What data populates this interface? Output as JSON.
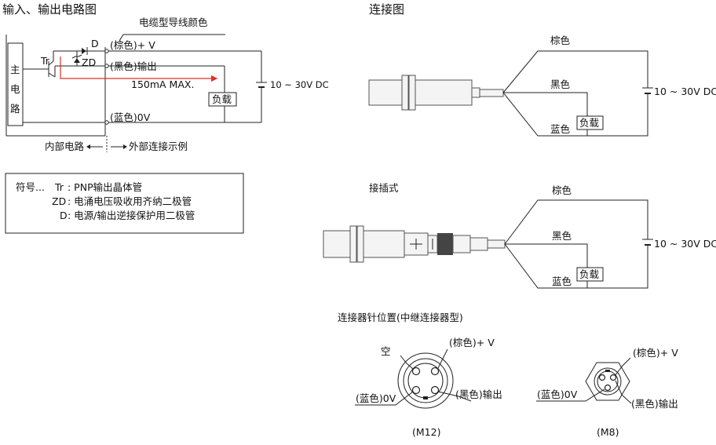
{
  "titles": {
    "io_circuit": "输入、输出电路图",
    "connection": "连接图",
    "connector_type": "接插式",
    "pin_layout": "连接器针位置(中继连接器型)"
  },
  "io_circuit": {
    "cable_color_note": "电缆型导线颜色",
    "main_circuit_chars": [
      "主",
      "电",
      "路"
    ],
    "tr": "Tr",
    "d": "D",
    "zd": "ZD",
    "brown_v": "(棕色)+ V",
    "black_out": "(黑色)输出",
    "current": "150mA MAX.",
    "load": "负载",
    "blue_0v": "(蓝色)0V",
    "supply": "10 ~ 30V DC",
    "internal": "内部电路",
    "external": "外部连接示例"
  },
  "legend": {
    "prefix": "符号...",
    "rows": [
      {
        "sym": "Tr",
        "desc": ": PNP输出晶体管"
      },
      {
        "sym": "ZD",
        "desc": ": 电涌电压吸收用齐纳二极管"
      },
      {
        "sym": "D",
        "desc": ": 电源/输出逆接保护用二极管"
      }
    ]
  },
  "wiring": {
    "brown": "棕色",
    "black": "黑色",
    "blue": "蓝色",
    "load": "负载",
    "supply": "10 ~ 30V DC"
  },
  "pins": {
    "m12": {
      "empty": "空",
      "brown": "(棕色)+ V",
      "black": "(黑色)输出",
      "blue": "(蓝色)0V",
      "label": "(M12)"
    },
    "m8": {
      "brown": "(棕色)+ V",
      "black": "(黑色)输出",
      "blue": "(蓝色)0V",
      "label": "(M8)"
    }
  }
}
